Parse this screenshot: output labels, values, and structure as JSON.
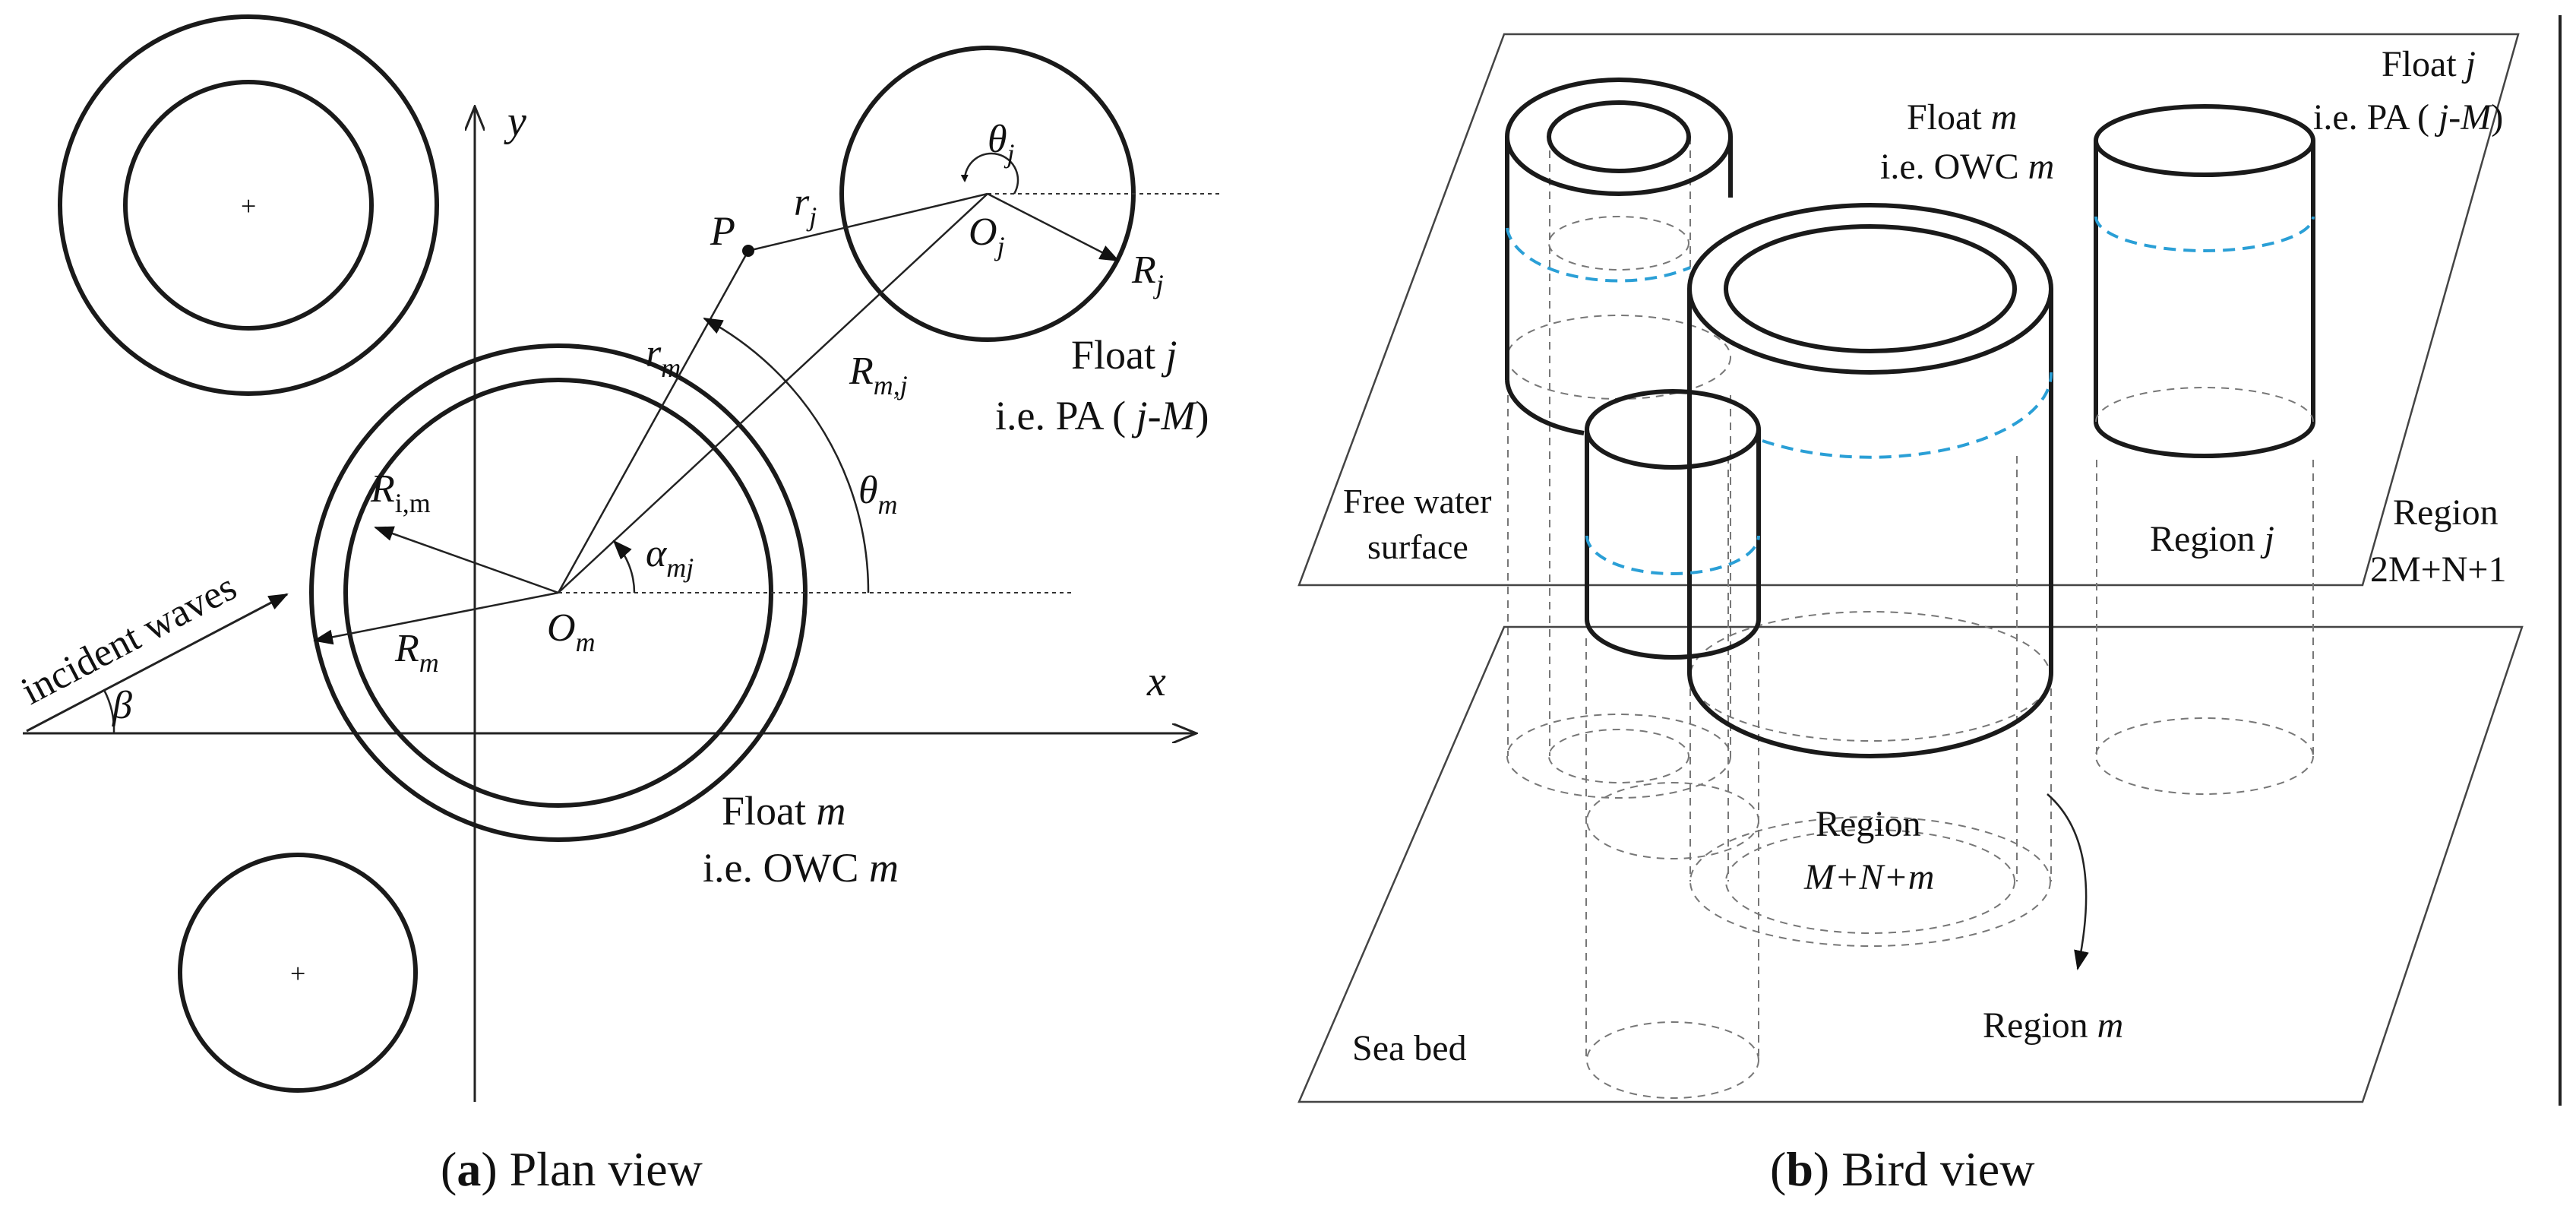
{
  "panel_a": {
    "axis_x": "x",
    "axis_y": "y",
    "point_p": "P",
    "r_j": "r",
    "r_j_sub": "j",
    "theta_j": "θ",
    "theta_j_sub": "j",
    "o_j": "O",
    "o_j_sub": "j",
    "big_r_j": "R",
    "big_r_j_sub": "j",
    "float_j_line1_a": "Float ",
    "float_j_line1_b": "j",
    "float_j_line2_a": "i.e. PA ( ",
    "float_j_line2_b": "j",
    "float_j_line2_c": "-",
    "float_j_line2_d": "M",
    "float_j_line2_e": ")",
    "r_m": "r",
    "r_m_sub": "m",
    "r_mj": "R",
    "r_mj_sub": "m,j",
    "theta_m": "θ",
    "theta_m_sub": "m",
    "r_im": "R",
    "r_im_sub": "i,m",
    "alpha_mj": "α",
    "alpha_mj_sub": "mj",
    "o_m": "O",
    "o_m_sub": "m",
    "big_r_m": "R",
    "big_r_m_sub": "m",
    "incident_waves": "incident waves",
    "beta": "β",
    "float_m_line1_a": "Float ",
    "float_m_line1_b": "m",
    "float_m_line2_a": "i.e. OWC ",
    "float_m_line2_b": "m",
    "caption_letter": "a",
    "caption_text": " Plan view"
  },
  "panel_b": {
    "float_j_line1_a": "Float ",
    "float_j_line1_b": "j",
    "float_j_line2_a": "i.e. PA ( ",
    "float_j_line2_b": "j-M",
    "float_j_line2_c": ")",
    "float_m_line1_a": "Float ",
    "float_m_line1_b": "m",
    "float_m_line2_a": "i.e. OWC ",
    "float_m_line2_b": "m",
    "free_water_line1": "Free water",
    "free_water_line2": "surface",
    "region_j_a": "Region ",
    "region_j_b": "j",
    "region_outer_line1": "Region",
    "region_outer_line2": "2M+N+1",
    "region_mnm_line1": "Region",
    "region_mnm_line2": "M+N+m",
    "sea_bed": "Sea bed",
    "region_m_a": "Region ",
    "region_m_b": "m",
    "caption_letter": "b",
    "caption_text": " Bird view"
  },
  "colors": {
    "line": "#1a1a1a",
    "dashed_hidden": "#777777",
    "water_line": "#2a9fd6"
  }
}
